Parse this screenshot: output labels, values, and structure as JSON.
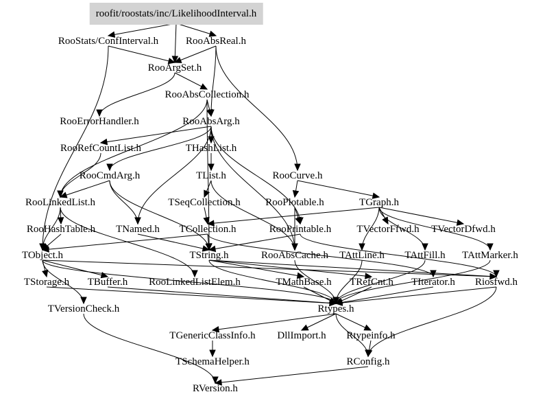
{
  "diagram": {
    "type": "include-dependency-graph",
    "root": "roofit/roostats/inc/LikelihoodInterval.h",
    "nodes": [
      {
        "id": "root",
        "label": "roofit/roostats/inc/LikelihoodInterval.h"
      },
      {
        "id": "confinterval",
        "label": "RooStats/ConfInterval.h"
      },
      {
        "id": "rooabsreal",
        "label": "RooAbsReal.h"
      },
      {
        "id": "rooargset",
        "label": "RooArgSet.h"
      },
      {
        "id": "rooabscollection",
        "label": "RooAbsCollection.h"
      },
      {
        "id": "rooerrorhandler",
        "label": "RooErrorHandler.h"
      },
      {
        "id": "rooabsarg",
        "label": "RooAbsArg.h"
      },
      {
        "id": "roorefcountlist",
        "label": "RooRefCountList.h"
      },
      {
        "id": "thashlist",
        "label": "THashList.h"
      },
      {
        "id": "roocmdarg",
        "label": "RooCmdArg.h"
      },
      {
        "id": "tlist",
        "label": "TList.h"
      },
      {
        "id": "roocurve",
        "label": "RooCurve.h"
      },
      {
        "id": "roolinkedlist",
        "label": "RooLinkedList.h"
      },
      {
        "id": "tseqcollection",
        "label": "TSeqCollection.h"
      },
      {
        "id": "rooplotable",
        "label": "RooPlotable.h"
      },
      {
        "id": "tgraph",
        "label": "TGraph.h"
      },
      {
        "id": "roohashtable",
        "label": "RooHashTable.h"
      },
      {
        "id": "tnamed",
        "label": "TNamed.h"
      },
      {
        "id": "tcollection",
        "label": "TCollection.h"
      },
      {
        "id": "rooprintable",
        "label": "RooPrintable.h"
      },
      {
        "id": "tvectorffwd",
        "label": "TVectorFfwd.h"
      },
      {
        "id": "tvectordfwd",
        "label": "TVectorDfwd.h"
      },
      {
        "id": "tobject",
        "label": "TObject.h"
      },
      {
        "id": "tstring",
        "label": "TString.h"
      },
      {
        "id": "rooabscache",
        "label": "RooAbsCache.h"
      },
      {
        "id": "tattline",
        "label": "TAttLine.h"
      },
      {
        "id": "tattfill",
        "label": "TAttFill.h"
      },
      {
        "id": "tattmarker",
        "label": "TAttMarker.h"
      },
      {
        "id": "tstorage",
        "label": "TStorage.h"
      },
      {
        "id": "tbuffer",
        "label": "TBuffer.h"
      },
      {
        "id": "roolinkedlistelem",
        "label": "RooLinkedListElem.h"
      },
      {
        "id": "tmathbase",
        "label": "TMathBase.h"
      },
      {
        "id": "trefcnt",
        "label": "TRefCnt.h"
      },
      {
        "id": "titerator",
        "label": "TIterator.h"
      },
      {
        "id": "riosfwd",
        "label": "Riosfwd.h"
      },
      {
        "id": "tversioncheck",
        "label": "TVersionCheck.h"
      },
      {
        "id": "rtypes",
        "label": "Rtypes.h"
      },
      {
        "id": "tgenericclassinfo",
        "label": "TGenericClassInfo.h"
      },
      {
        "id": "dllimport",
        "label": "DllImport.h"
      },
      {
        "id": "rtypeinfo",
        "label": "Rtypeinfo.h"
      },
      {
        "id": "tschemahelper",
        "label": "TSchemaHelper.h"
      },
      {
        "id": "rconfig",
        "label": "RConfig.h"
      },
      {
        "id": "rversion",
        "label": "RVersion.h"
      }
    ],
    "edges": [
      [
        "root",
        "confinterval"
      ],
      [
        "root",
        "rooabsreal"
      ],
      [
        "root",
        "rooargset"
      ],
      [
        "confinterval",
        "rooargset"
      ],
      [
        "confinterval",
        "tobject"
      ],
      [
        "rooabsreal",
        "rooargset"
      ],
      [
        "rooabsreal",
        "rooabsarg"
      ],
      [
        "rooabsreal",
        "roocurve"
      ],
      [
        "rooargset",
        "rooabscollection"
      ],
      [
        "rooargset",
        "rooerrorhandler"
      ],
      [
        "rooabscollection",
        "rooabsarg"
      ],
      [
        "rooabscollection",
        "roolinkedlist"
      ],
      [
        "rooabscollection",
        "tstring"
      ],
      [
        "rooabsarg",
        "thashlist"
      ],
      [
        "rooabsarg",
        "roocmdarg"
      ],
      [
        "rooabsarg",
        "roorefcountlist"
      ],
      [
        "rooabsarg",
        "rooprintable"
      ],
      [
        "rooabsarg",
        "rooabscache"
      ],
      [
        "rooabsarg",
        "tnamed"
      ],
      [
        "roorefcountlist",
        "roolinkedlist"
      ],
      [
        "thashlist",
        "tlist"
      ],
      [
        "roocmdarg",
        "roolinkedlist"
      ],
      [
        "roocmdarg",
        "tnamed"
      ],
      [
        "roocmdarg",
        "tstring"
      ],
      [
        "tlist",
        "tseqcollection"
      ],
      [
        "tlist",
        "rooabscache"
      ],
      [
        "roocurve",
        "rooplotable"
      ],
      [
        "roocurve",
        "tgraph"
      ],
      [
        "roolinkedlist",
        "roohashtable"
      ],
      [
        "roolinkedlist",
        "tobject"
      ],
      [
        "roolinkedlist",
        "roolinkedlistelem"
      ],
      [
        "tseqcollection",
        "tcollection"
      ],
      [
        "rooplotable",
        "rooprintable"
      ],
      [
        "rooplotable",
        "rooabscache"
      ],
      [
        "tgraph",
        "tvectorffwd"
      ],
      [
        "tgraph",
        "tvectordfwd"
      ],
      [
        "tgraph",
        "tcollection"
      ],
      [
        "tgraph",
        "tattline"
      ],
      [
        "tgraph",
        "tattfill"
      ],
      [
        "tgraph",
        "tattmarker"
      ],
      [
        "roohashtable",
        "tobject"
      ],
      [
        "tnamed",
        "tstring"
      ],
      [
        "tcollection",
        "tstring"
      ],
      [
        "tcollection",
        "tobject"
      ],
      [
        "tcollection",
        "titerator"
      ],
      [
        "rooprintable",
        "tstring"
      ],
      [
        "rooprintable",
        "riosfwd"
      ],
      [
        "tobject",
        "tstorage"
      ],
      [
        "tobject",
        "tbuffer"
      ],
      [
        "tobject",
        "tversioncheck"
      ],
      [
        "tobject",
        "riosfwd"
      ],
      [
        "tobject",
        "rtypes"
      ],
      [
        "tstring",
        "tmathbase"
      ],
      [
        "tstring",
        "trefcnt"
      ],
      [
        "tstring",
        "riosfwd"
      ],
      [
        "tstring",
        "rtypes"
      ],
      [
        "rooabscache",
        "rtypes"
      ],
      [
        "tattline",
        "rtypes"
      ],
      [
        "tattfill",
        "rtypes"
      ],
      [
        "tattmarker",
        "rtypes"
      ],
      [
        "tstorage",
        "rtypes"
      ],
      [
        "tbuffer",
        "rtypes"
      ],
      [
        "tmathbase",
        "rtypes"
      ],
      [
        "trefcnt",
        "rtypes"
      ],
      [
        "titerator",
        "rtypes"
      ],
      [
        "riosfwd",
        "rtypes"
      ],
      [
        "riosfwd",
        "rconfig"
      ],
      [
        "tversioncheck",
        "rversion"
      ],
      [
        "rtypes",
        "tgenericclassinfo"
      ],
      [
        "rtypes",
        "dllimport"
      ],
      [
        "rtypes",
        "rtypeinfo"
      ],
      [
        "rtypes",
        "rconfig"
      ],
      [
        "tgenericclassinfo",
        "tschemahelper"
      ],
      [
        "rtypeinfo",
        "rconfig"
      ],
      [
        "rconfig",
        "rversion"
      ]
    ]
  }
}
